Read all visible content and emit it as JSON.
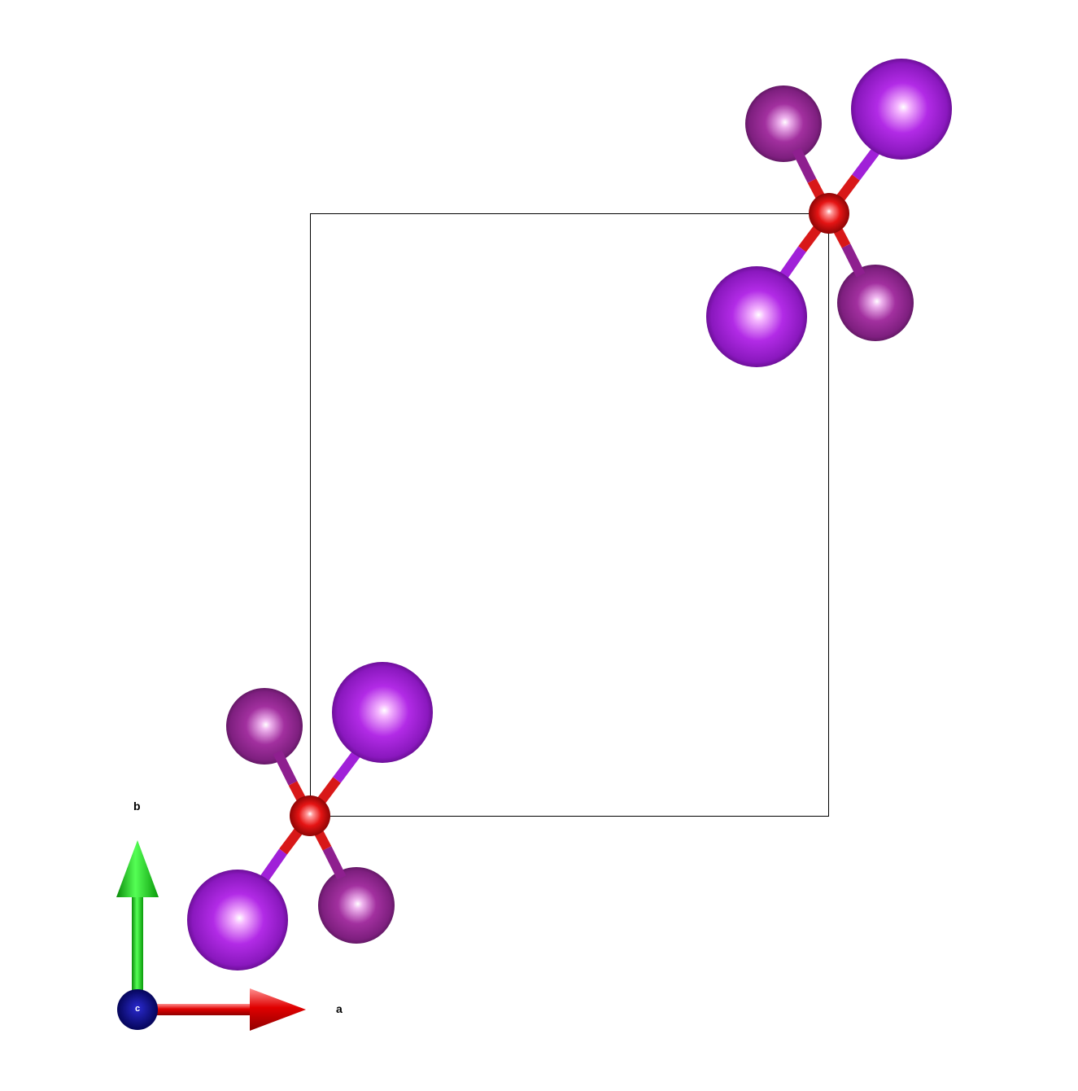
{
  "axes": {
    "a_label": "a",
    "b_label": "b",
    "c_label": "c"
  },
  "colors": {
    "background": "#ffffff",
    "cell_edge": "#000000",
    "center_atom": "#e81010",
    "ligand_atom": "#a020f0",
    "axis_a": "#e00000",
    "axis_b": "#10c010",
    "axis_c": "#0a0a90"
  }
}
